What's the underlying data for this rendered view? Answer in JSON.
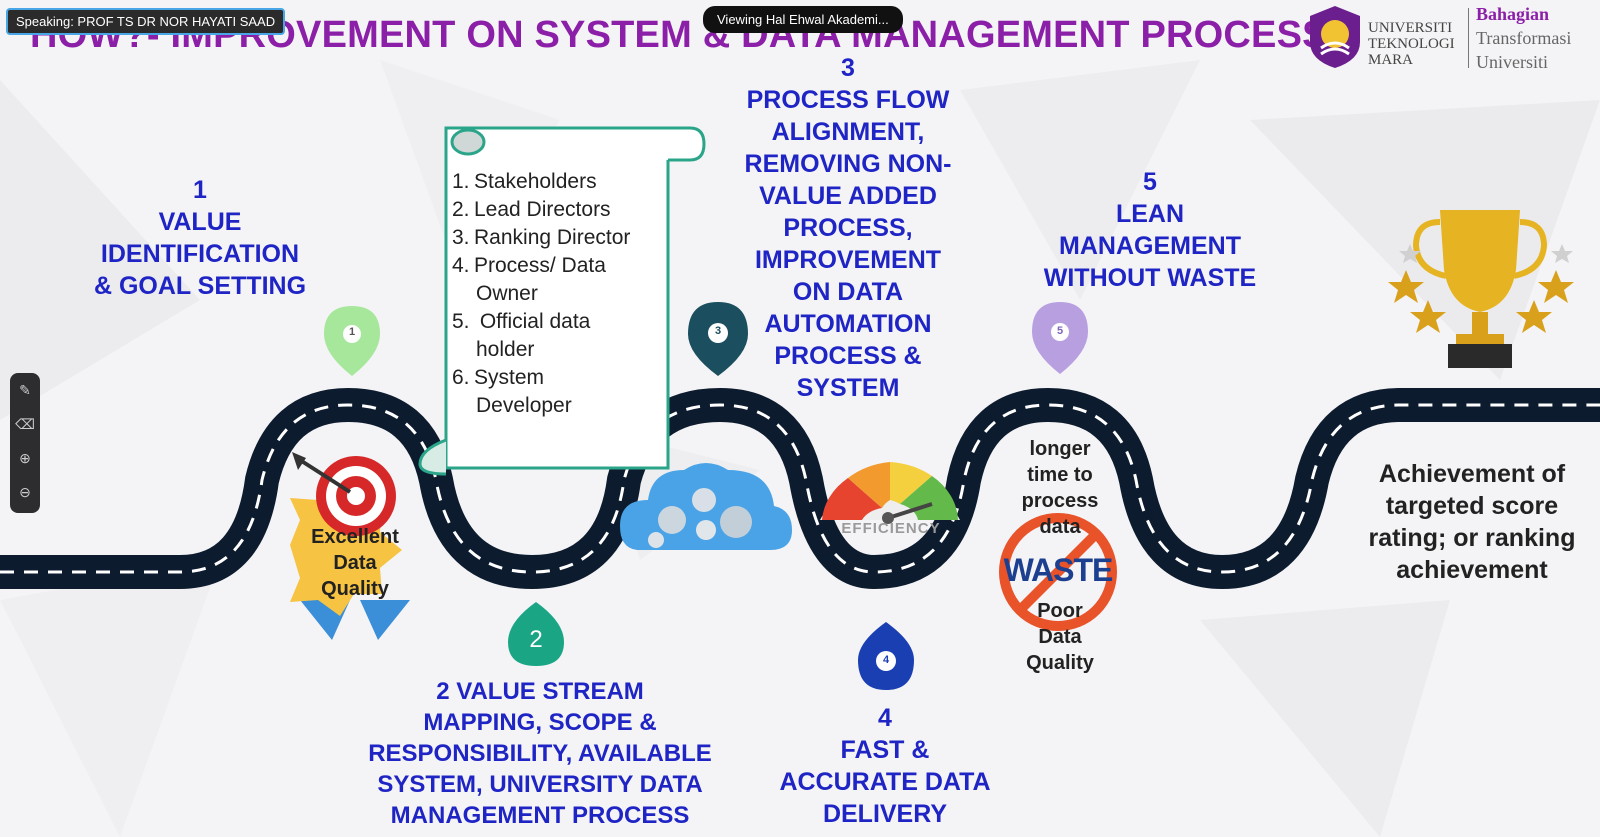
{
  "overlay": {
    "speaking": "Speaking: PROF TS DR NOR HAYATI SAAD",
    "viewing": "Viewing Hal Ehwal Akademi..."
  },
  "slide": {
    "title": "HOW?- IMPROVEMENT ON  SYSTEM & DATA MANAGEMENT PROCESS",
    "logo": {
      "university_lines": [
        "UNIVERSITI",
        "TEKNOLOGI",
        "MARA"
      ],
      "unit_lines": [
        "Bahagian",
        "Transformasi",
        "Universiti"
      ]
    },
    "steps": {
      "s1": [
        "1",
        "VALUE",
        "IDENTIFICATION",
        "& GOAL SETTING"
      ],
      "s2": [
        "2 VALUE STREAM",
        "MAPPING, SCOPE &",
        "RESPONSIBILITY, AVAILABLE",
        "SYSTEM, UNIVERSITY DATA",
        "MANAGEMENT PROCESS"
      ],
      "s3": [
        "3",
        "PROCESS FLOW",
        "ALIGNMENT,",
        "REMOVING NON-",
        "VALUE ADDED",
        "PROCESS,",
        "IMPROVEMENT",
        "ON DATA",
        "AUTOMATION",
        "PROCESS &",
        "SYSTEM"
      ],
      "s4": [
        "4",
        "FAST &",
        "ACCURATE DATA",
        "DELIVERY"
      ],
      "s5": [
        "5",
        "LEAN",
        "MANAGEMENT",
        "WITHOUT WASTE"
      ]
    },
    "pins": {
      "p1": "1",
      "p2": "2",
      "p3": "3",
      "p4": "4",
      "p5": "5"
    },
    "scroll_items": [
      {
        "n": "1.",
        "t": "Stakeholders"
      },
      {
        "n": "2.",
        "t": "Lead Directors"
      },
      {
        "n": "3.",
        "t": "Ranking Director"
      },
      {
        "n": "4.",
        "t": "Process/ Data",
        "t2": "Owner"
      },
      {
        "n": "5.",
        "t": " Official data",
        "t2": "holder"
      },
      {
        "n": "6.",
        "t": "System",
        "t2": "Developer"
      }
    ],
    "badge": [
      "Excellent",
      "Data",
      "Quality"
    ],
    "gauge_label": "EFFICIENCY",
    "waste": {
      "above": [
        "longer",
        "time to",
        "process",
        "data"
      ],
      "word": "WASTE",
      "below": [
        "Poor",
        "Data",
        "Quality"
      ]
    },
    "achievement": [
      "Achievement of",
      "targeted score",
      "rating; or ranking",
      "achievement"
    ],
    "colors": {
      "title": "#8b1fa8",
      "steps": "#1f24c4",
      "road": "#0d1b2e",
      "pin1": "#a6e79b",
      "pin2": "#1aa585",
      "pin3": "#1b4e5e",
      "pin4": "#1a3fb3",
      "pin5": "#b8a0e0"
    }
  },
  "toolbar": {
    "icons": [
      "pen-icon",
      "eraser-icon",
      "zoom-in-icon",
      "zoom-out-icon"
    ],
    "glyphs": [
      "✎",
      "⌫",
      "⊕",
      "⊖"
    ]
  }
}
